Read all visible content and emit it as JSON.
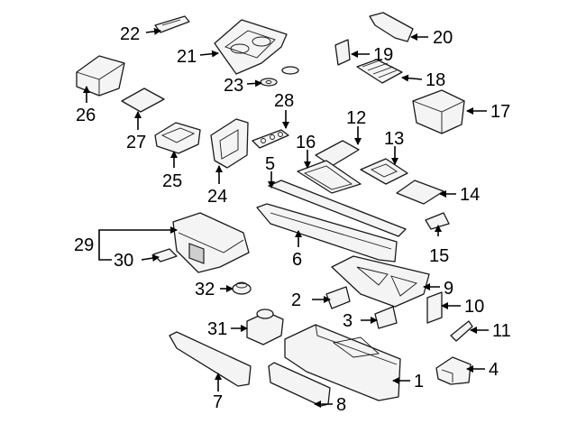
{
  "diagram": {
    "callouts": [
      {
        "id": "1",
        "text": "1"
      },
      {
        "id": "2",
        "text": "2"
      },
      {
        "id": "3",
        "text": "3"
      },
      {
        "id": "4",
        "text": "4"
      },
      {
        "id": "5",
        "text": "5"
      },
      {
        "id": "6",
        "text": "6"
      },
      {
        "id": "7",
        "text": "7"
      },
      {
        "id": "8",
        "text": "8"
      },
      {
        "id": "9",
        "text": "9"
      },
      {
        "id": "10",
        "text": "10"
      },
      {
        "id": "11",
        "text": "11"
      },
      {
        "id": "12",
        "text": "12"
      },
      {
        "id": "13",
        "text": "13"
      },
      {
        "id": "14",
        "text": "14"
      },
      {
        "id": "15",
        "text": "15"
      },
      {
        "id": "16",
        "text": "16"
      },
      {
        "id": "17",
        "text": "17"
      },
      {
        "id": "18",
        "text": "18"
      },
      {
        "id": "19",
        "text": "19"
      },
      {
        "id": "20",
        "text": "20"
      },
      {
        "id": "21",
        "text": "21"
      },
      {
        "id": "22",
        "text": "22"
      },
      {
        "id": "23",
        "text": "23"
      },
      {
        "id": "24",
        "text": "24"
      },
      {
        "id": "25",
        "text": "25"
      },
      {
        "id": "26",
        "text": "26"
      },
      {
        "id": "27",
        "text": "27"
      },
      {
        "id": "28",
        "text": "28"
      },
      {
        "id": "29",
        "text": "29"
      },
      {
        "id": "30",
        "text": "30"
      },
      {
        "id": "31",
        "text": "31"
      },
      {
        "id": "32",
        "text": "32"
      }
    ]
  }
}
